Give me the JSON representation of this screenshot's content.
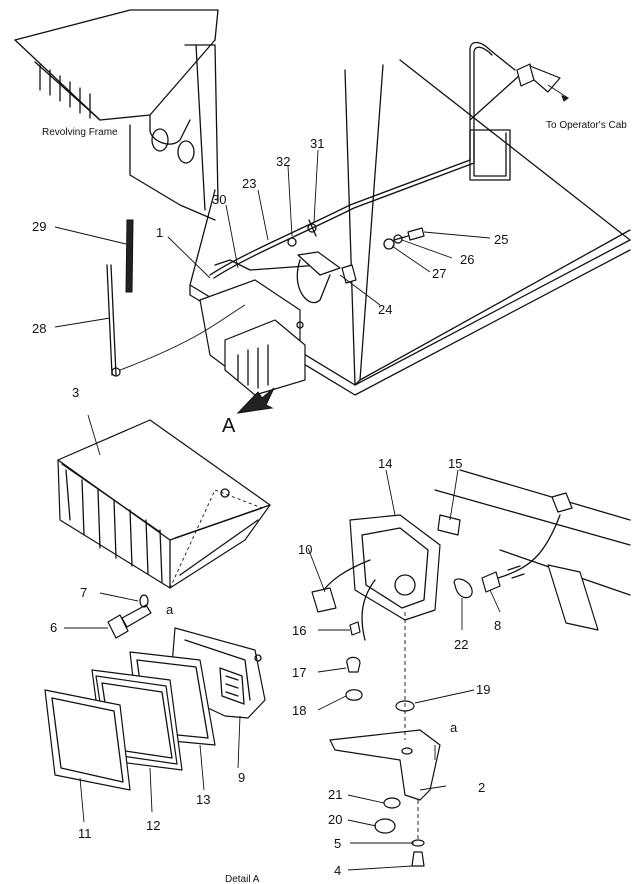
{
  "title": "Detail A",
  "notes": {
    "revolving_frame": "Revolving Frame",
    "to_cab": "To Operator's Cab",
    "detail_ref": "A",
    "mark_a": "a"
  },
  "callouts": [
    "1",
    "2",
    "3",
    "4",
    "5",
    "6",
    "7",
    "8",
    "9",
    "10",
    "11",
    "12",
    "13",
    "14",
    "15",
    "16",
    "17",
    "18",
    "19",
    "20",
    "21",
    "22",
    "23",
    "24",
    "25",
    "26",
    "27",
    "28",
    "29",
    "30",
    "31",
    "32"
  ]
}
